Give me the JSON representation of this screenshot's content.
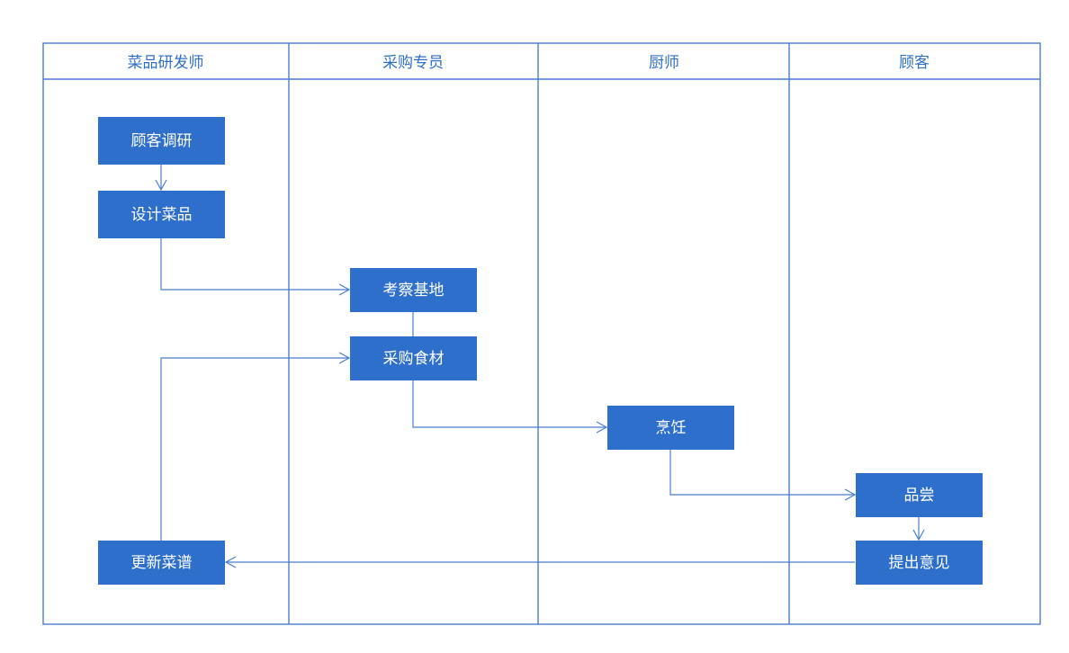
{
  "lanes": [
    {
      "id": "dev",
      "title": "菜品研发师"
    },
    {
      "id": "buyer",
      "title": "采购专员"
    },
    {
      "id": "chef",
      "title": "厨师"
    },
    {
      "id": "customer",
      "title": "顾客"
    }
  ],
  "nodes": {
    "survey": "顾客调研",
    "design": "设计菜品",
    "inspect": "考察基地",
    "purchase": "采购食材",
    "cook": "烹饪",
    "taste": "品尝",
    "feedback": "提出意见",
    "update_menu": "更新菜谱"
  },
  "colors": {
    "frame": "#4a7ed1",
    "node_fill": "#2e6fcb",
    "node_text": "#ffffff",
    "lane_title": "#2f6fc6"
  }
}
